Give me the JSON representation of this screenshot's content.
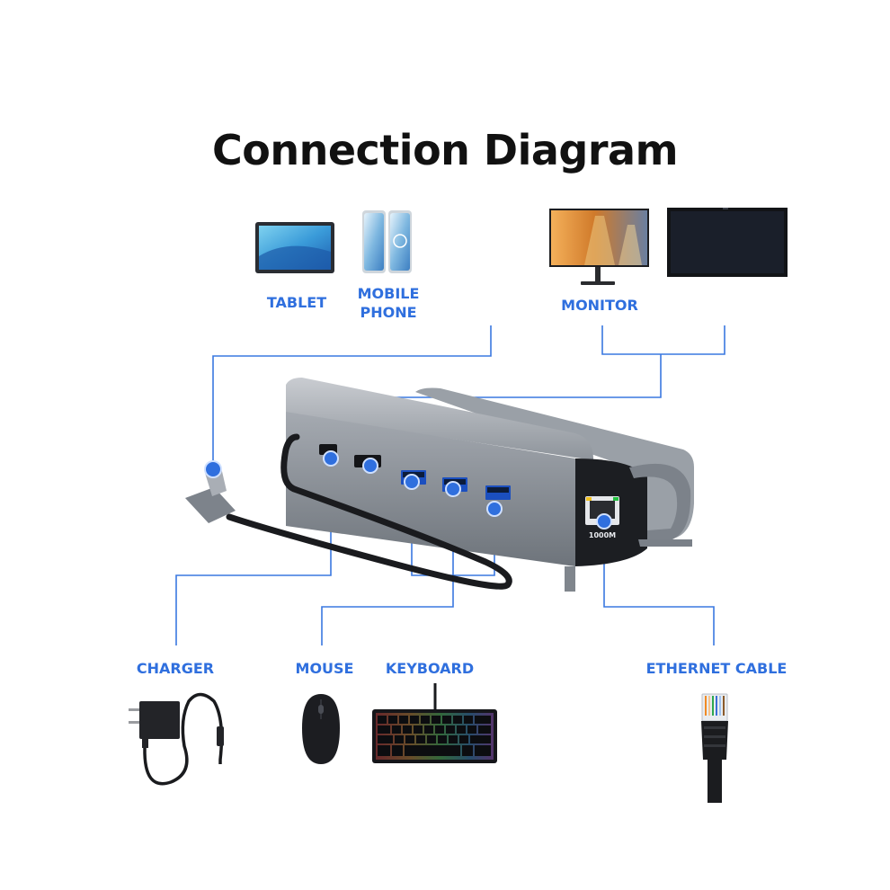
{
  "title": "Connection Diagram",
  "labels": {
    "tablet": "TABLET",
    "mobile_line1": "MOBILE",
    "mobile_line2": "PHONE",
    "monitor": "MONITOR",
    "charger": "CHARGER",
    "mouse": "MOUSE",
    "keyboard": "KEYBOARD",
    "ethernet": "ETHERNET CABLE"
  },
  "port_text": {
    "lan_speed": "1000M"
  },
  "colors": {
    "accent": "#2f6fde",
    "line": "#3a78e0",
    "title": "#111111",
    "hub_body": "#8a9098",
    "hub_dark": "#1c1e22"
  },
  "icons": [
    "tablet-icon",
    "mobile-phone-icon",
    "monitor-icon",
    "tv-icon",
    "hub-device",
    "usb-c-cable",
    "charger-icon",
    "mouse-icon",
    "keyboard-icon",
    "ethernet-plug-icon"
  ]
}
